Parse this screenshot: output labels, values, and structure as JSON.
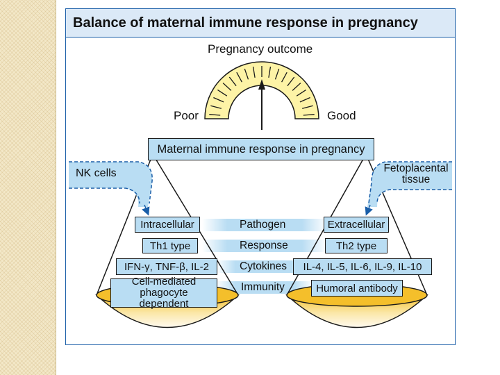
{
  "title": "Balance of maternal immune response in pregnancy",
  "gauge": {
    "heading": "Pregnancy outcome",
    "left_label": "Poor",
    "right_label": "Good"
  },
  "beam_label": "Maternal immune response in pregnancy",
  "left_influence": "NK cells",
  "right_influence": "Fetoplacental tissue",
  "rows": [
    {
      "category": "Pathogen",
      "th1": "Intracellular",
      "th2": "Extracellular"
    },
    {
      "category": "Response",
      "th1": "Th1 type",
      "th2": "Th2 type"
    },
    {
      "category": "Cytokines",
      "th1": "IFN-γ, TNF-β, IL-2",
      "th2": "IL-4, IL-5, IL-6, IL-9, IL-10"
    },
    {
      "category": "Immunity",
      "th1": "Cell-mediated phagocyte dependent",
      "th2": "Humoral antibody"
    }
  ],
  "colors": {
    "accent_blue": "#b9ddf3",
    "gauge_yellow": "#fdf3a6",
    "pan_yellow": "#f4bf2b",
    "frame_blue": "#1a5ea8"
  }
}
